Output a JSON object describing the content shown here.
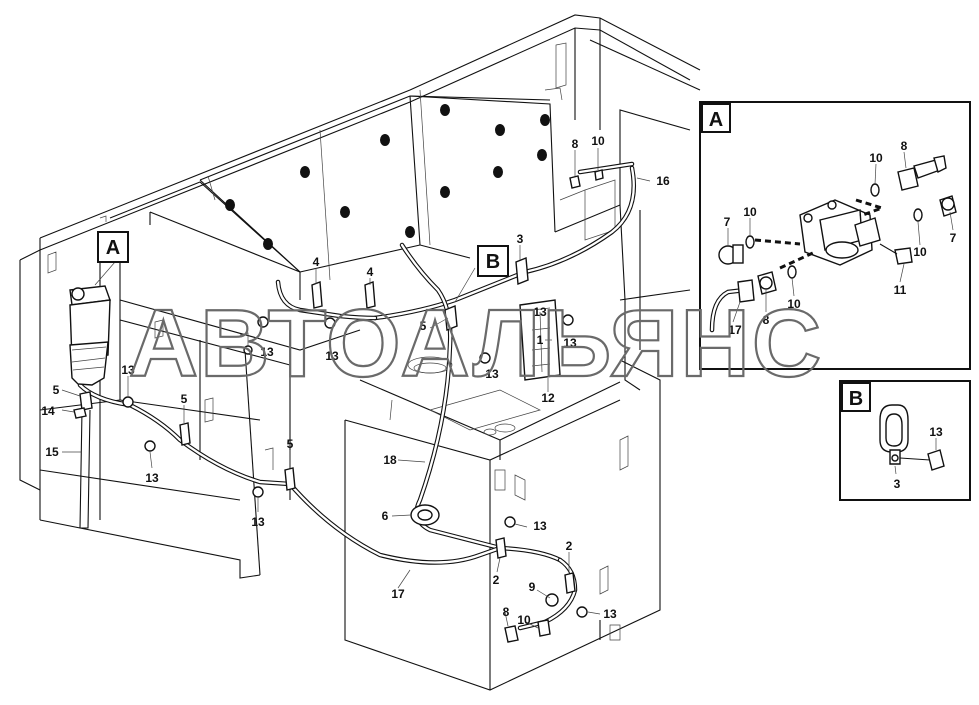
{
  "watermark": "АВТОАЛЬЯНС",
  "callouts": {
    "A": "A",
    "B": "B"
  },
  "detail_views": {
    "A": {
      "letter": "A",
      "labels": [
        "7",
        "10",
        "10",
        "8",
        "10",
        "7",
        "10",
        "11",
        "8",
        "10",
        "17"
      ]
    },
    "B": {
      "letter": "B",
      "labels": [
        "13",
        "3"
      ]
    }
  },
  "part_labels": [
    "4",
    "4",
    "8",
    "10",
    "16",
    "3",
    "5",
    "1",
    "13",
    "13",
    "12",
    "13",
    "13",
    "13",
    "5",
    "14",
    "15",
    "13",
    "5",
    "13",
    "5",
    "13",
    "18",
    "6",
    "13",
    "2",
    "2",
    "17",
    "9",
    "8",
    "10",
    "13"
  ]
}
